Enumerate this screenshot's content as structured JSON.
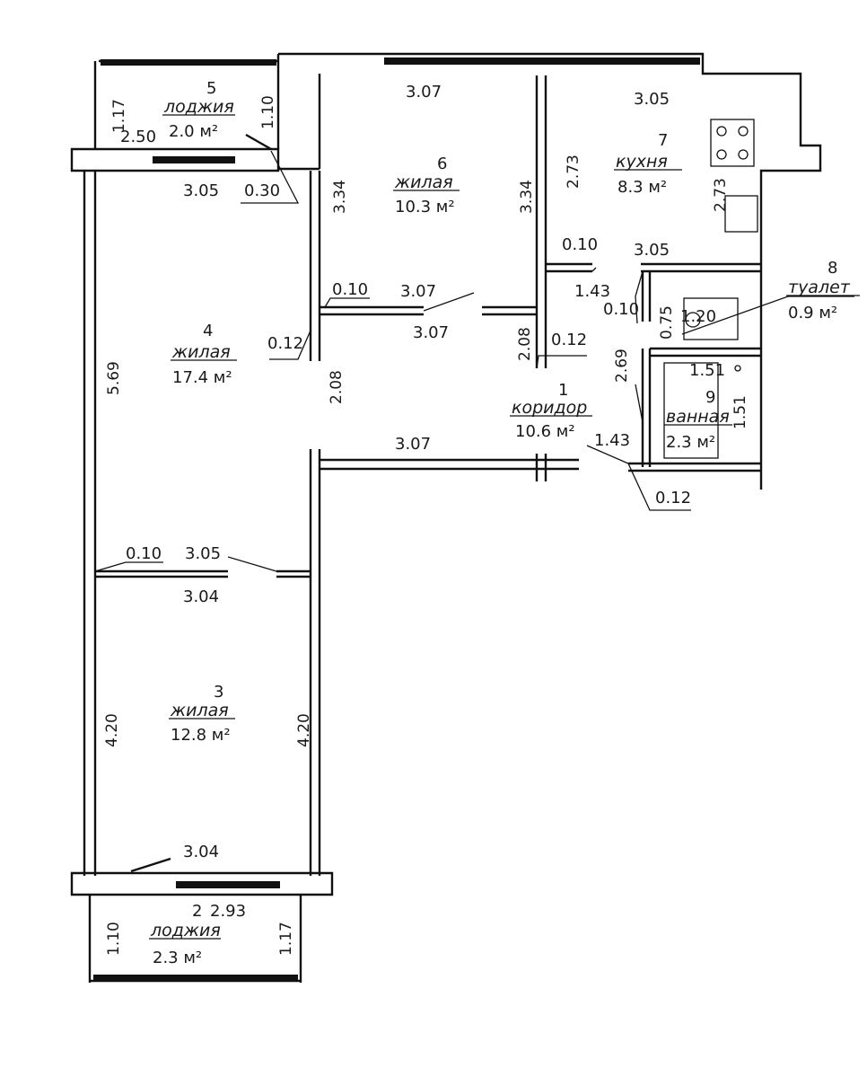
{
  "rooms": [
    {
      "id": "r1",
      "number": "1",
      "name": "коридор",
      "area": "10.6 м²"
    },
    {
      "id": "r2",
      "number": "2",
      "name": "лоджия",
      "area": "2.3 м²"
    },
    {
      "id": "r3",
      "number": "3",
      "name": "жилая",
      "area": "12.8 м²"
    },
    {
      "id": "r4",
      "number": "4",
      "name": "жилая",
      "area": "17.4 м²"
    },
    {
      "id": "r5",
      "number": "5",
      "name": "лоджия",
      "area": "2.0 м²"
    },
    {
      "id": "r6",
      "number": "6",
      "name": "жилая",
      "area": "10.3 м²"
    },
    {
      "id": "r7",
      "number": "7",
      "name": "кухня",
      "area": "8.3 м²"
    },
    {
      "id": "r8",
      "number": "8",
      "name": "туалет",
      "area": "0.9 м²"
    },
    {
      "id": "r9",
      "number": "9",
      "name": "ванная",
      "area": "2.3 м²"
    }
  ],
  "dimensions": [
    "3.07",
    "3.05",
    "1.17",
    "1.10",
    "2.50",
    "3.05",
    "0.30",
    "3.34",
    "3.34",
    "2.73",
    "2.73",
    "0.10",
    "3.05",
    "0.10",
    "3.07",
    "3.07",
    "1.43",
    "0.10",
    "0.75",
    "1.20",
    "0.12",
    "2.08",
    "2.08",
    "0.12",
    "2.69",
    "1.51",
    "1.51",
    "5.69",
    "1.43",
    "3.07",
    "0.12",
    "0.10",
    "3.05",
    "3.04",
    "4.20",
    "4.20",
    "3.04",
    "2.93",
    "1.10",
    "1.17"
  ]
}
